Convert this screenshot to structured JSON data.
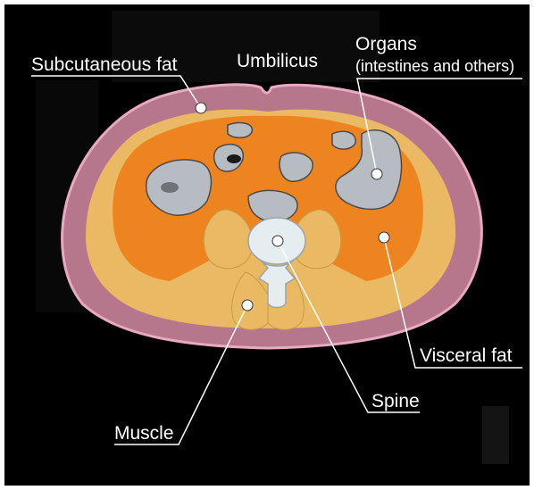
{
  "labels": {
    "subcutaneous_fat": "Subcutaneous fat",
    "umbilicus": "Umbilicus",
    "organs_line1": "Organs",
    "organs_line2": "(intestines and others)",
    "visceral_fat": "Visceral fat",
    "spine": "Spine",
    "muscle": "Muscle"
  },
  "colors": {
    "background": "#000000",
    "frame": "#ffffff",
    "skin_subcutaneous": "#b6768c",
    "subcutaneous_highlight": "#e8a9c2",
    "muscle": "#e9b963",
    "visceral_fat": "#ee8420",
    "organs": "#b7bcc3",
    "bone": "#e6edf0",
    "label_text": "#ffffff",
    "leader_line": "#ffffff"
  },
  "icons": [
    "marker-dot"
  ]
}
